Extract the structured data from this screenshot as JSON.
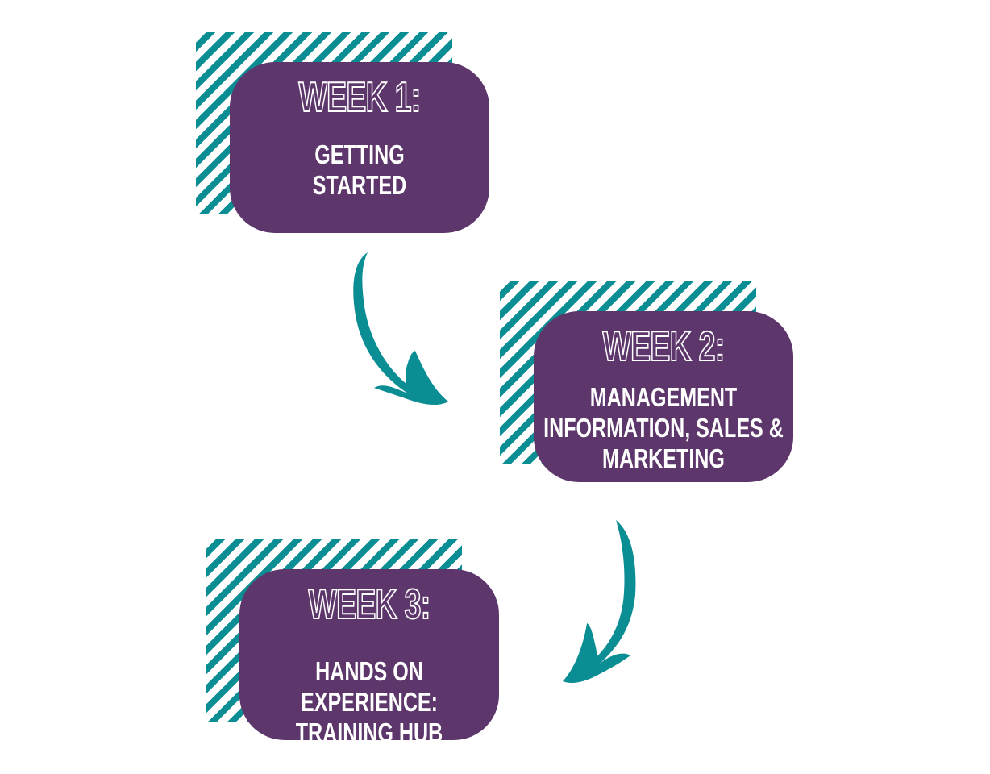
{
  "colors": {
    "card": "#5d366b",
    "accent": "#0a8d93",
    "text": "#ffffff",
    "background": "#ffffff"
  },
  "steps": [
    {
      "week": "WEEK 1:",
      "description": "GETTING\nSTARTED"
    },
    {
      "week": "WEEK 2:",
      "description": "MANAGEMENT\nINFORMATION, SALES &\nMARKETING"
    },
    {
      "week": "WEEK 3:",
      "description": "HANDS ON EXPERIENCE:\nTRAINING HUB"
    }
  ],
  "arrows": [
    {
      "from": "step-1",
      "to": "step-2",
      "icon": "curved-arrow-icon"
    },
    {
      "from": "step-2",
      "to": "step-3",
      "icon": "curved-arrow-icon"
    }
  ]
}
